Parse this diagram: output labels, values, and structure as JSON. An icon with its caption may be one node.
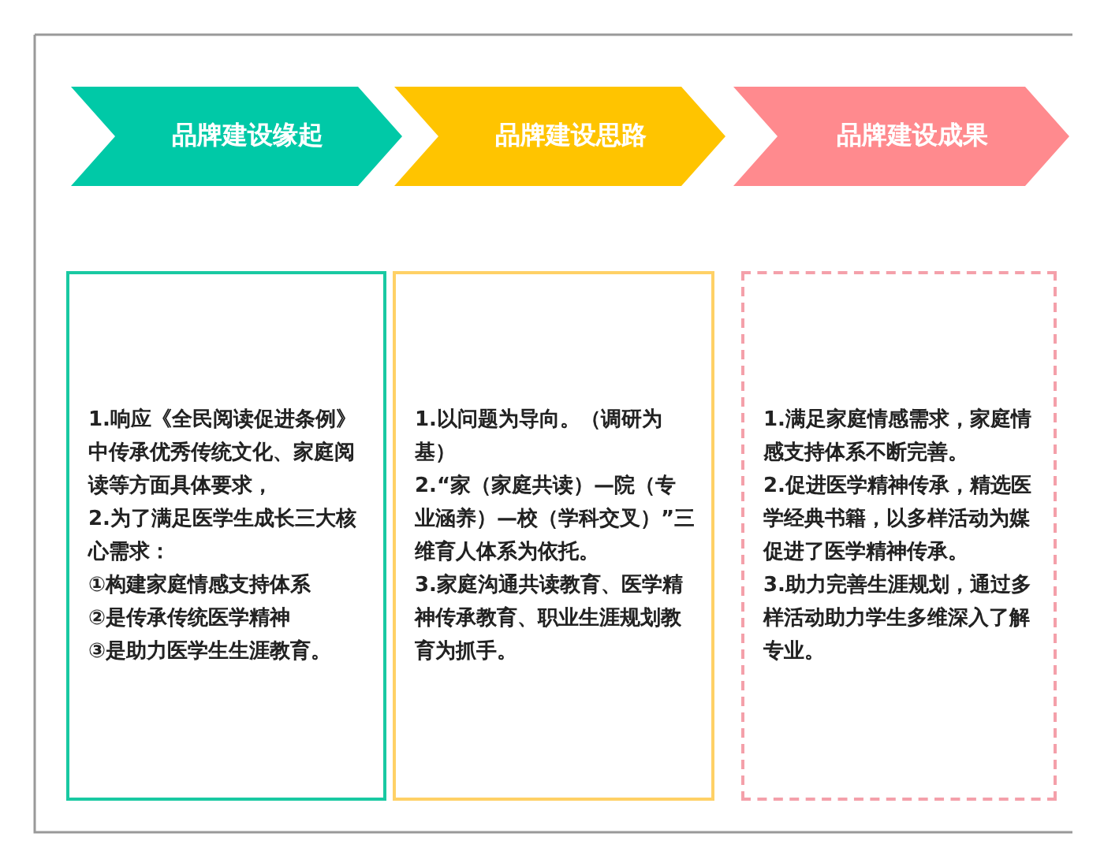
{
  "diagram": {
    "nodes": [
      {
        "text": [
          "品牌建设缘起"
        ]
      },
      {
        "text": [
          "品牌建设思路"
        ]
      },
      {
        "text": [
          "品牌建设成果"
        ]
      },
      {
        "text": [
          "1.响应《全民阅读促进条例》中传承优秀传统文化、家庭阅读等方面具体要求，",
          "2.为了满足医学生成长三大核心需求：",
          "①构建家庭情感支持体系",
          "②是传承传统医学精神",
          "③是助力医学生生涯教育。"
        ]
      },
      {
        "text": [
          "1.以问题为导向。（调研为基）",
          "2.“家（家庭共读）—院（专业涵养）—校（学科交叉）”三维育人体系为依托。",
          "3.家庭沟通共读教育、医学精神传承教育、职业生涯规划教育为抓手。"
        ]
      },
      {
        "text": [
          "1.满足家庭情感需求，家庭情感支持体系不断完善。",
          "2.促进医学精神传承，精选医学经典书籍，以多样活动为媒促进了医学精神传承。",
          "3.助力完善生涯规划，通过多样活动助力学生多维深入了解专业。"
        ]
      }
    ]
  }
}
